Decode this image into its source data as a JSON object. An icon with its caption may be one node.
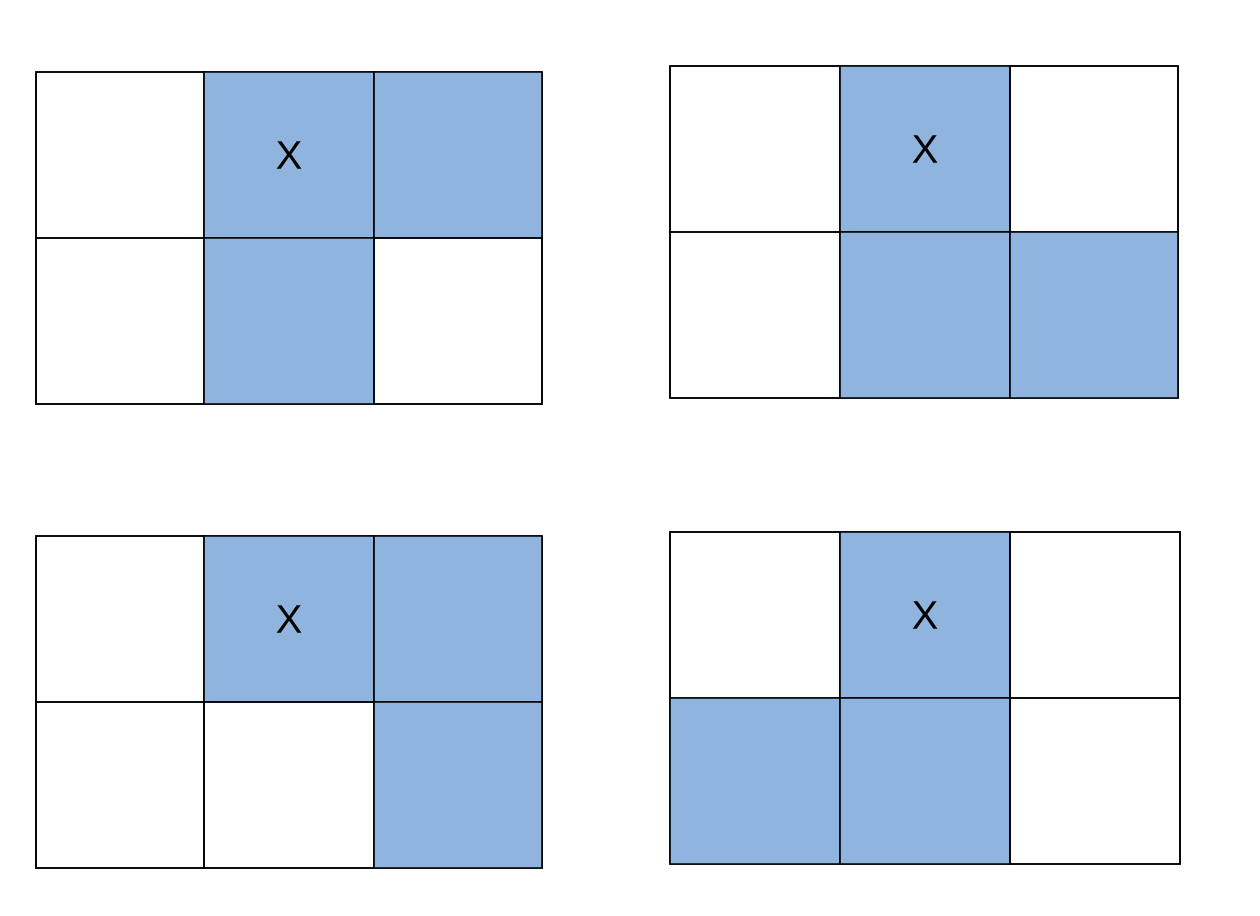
{
  "diagram": {
    "nodes": [
      {
        "text": [],
        "shape": "box"
      },
      {
        "text": [],
        "shape": "box",
        "in": 0
      },
      {
        "text": [
          "X"
        ],
        "in": 0
      },
      {
        "text": [],
        "shape": "box",
        "in": 0
      },
      {
        "text": [],
        "shape": "box",
        "in": 0
      },
      {
        "text": [],
        "shape": "box",
        "in": 0
      },
      {
        "text": [],
        "shape": "box",
        "in": 0
      },
      {
        "text": [],
        "shape": "box"
      },
      {
        "text": [],
        "shape": "box",
        "in": 7
      },
      {
        "text": [
          "X"
        ],
        "in": 7
      },
      {
        "text": [],
        "shape": "box",
        "in": 7
      },
      {
        "text": [],
        "shape": "box",
        "in": 7
      },
      {
        "text": [],
        "shape": "box",
        "in": 7
      },
      {
        "text": [],
        "shape": "box",
        "in": 7
      },
      {
        "text": [],
        "shape": "box"
      },
      {
        "text": [],
        "shape": "box",
        "in": 14
      },
      {
        "text": [
          "X"
        ],
        "in": 14
      },
      {
        "text": [],
        "shape": "box",
        "in": 14
      },
      {
        "text": [],
        "shape": "box",
        "in": 14
      },
      {
        "text": [],
        "shape": "box",
        "in": 14
      },
      {
        "text": [],
        "shape": "box",
        "in": 14
      },
      {
        "text": [],
        "shape": "box"
      },
      {
        "text": [],
        "shape": "box",
        "in": 21
      },
      {
        "text": [
          "X"
        ],
        "in": 21
      },
      {
        "text": [],
        "shape": "box",
        "in": 21
      },
      {
        "text": [],
        "shape": "box",
        "in": 21
      },
      {
        "text": [],
        "shape": "box",
        "in": 21
      },
      {
        "text": [],
        "shape": "box",
        "in": 21
      }
    ]
  }
}
